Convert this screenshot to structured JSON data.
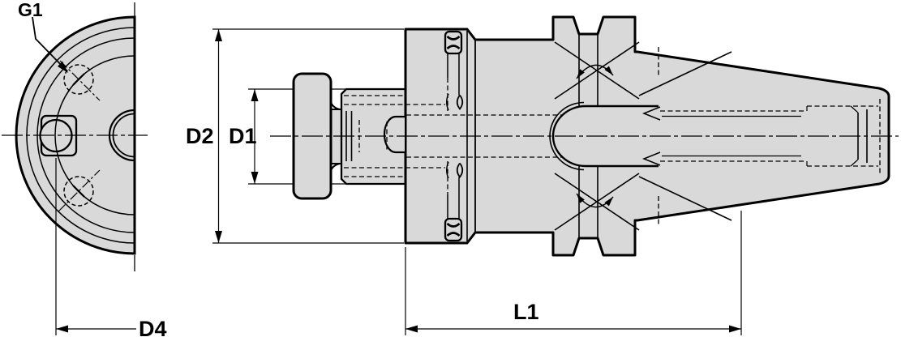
{
  "drawing": {
    "labels": {
      "g1": "G1",
      "d2": "D2",
      "d1": "D1",
      "d4": "D4",
      "l1": "L1"
    },
    "colors": {
      "body_fill": "#d9d9d9",
      "line": "#000000",
      "background": "#ffffff"
    }
  }
}
